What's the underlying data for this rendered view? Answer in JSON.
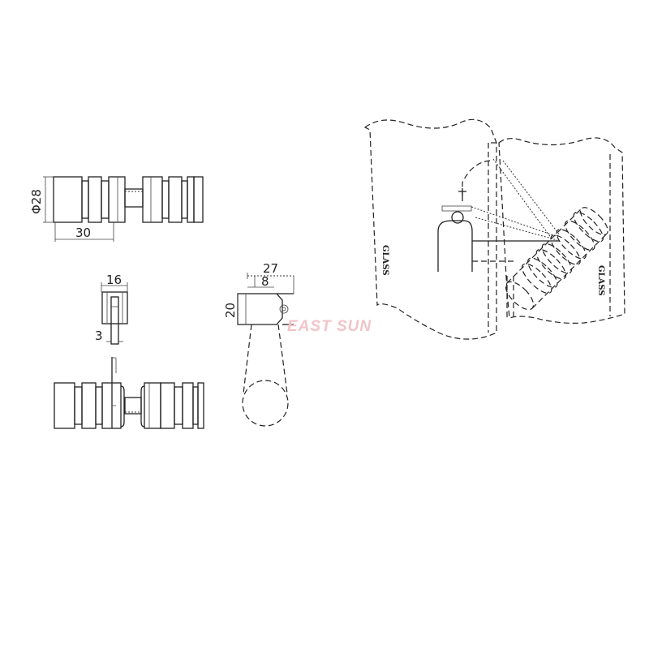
{
  "drawing": {
    "front_view": {
      "diameter_label": "Φ28",
      "length_label": "30"
    },
    "side_view": {
      "width_label": "16",
      "thickness_label": "3"
    },
    "end_view": {
      "total_label": "27",
      "offset_label": "8",
      "height_label": "20"
    },
    "perspective_view": {
      "left_glass_label": "GLASS",
      "right_glass_label": "GLASS"
    },
    "watermark": "EAST SUN",
    "colors": {
      "line": "#222222",
      "watermark": "#f2c4c8",
      "background": "#ffffff"
    }
  }
}
